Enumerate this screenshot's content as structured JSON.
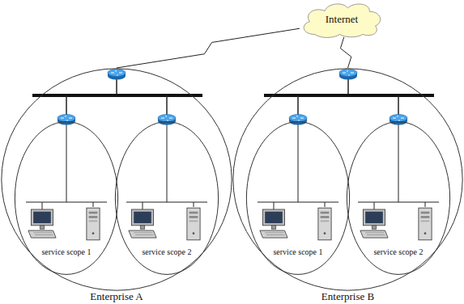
{
  "diagram": {
    "nodes": [
      {
        "text": [
          "Internet"
        ]
      },
      {
        "text": [
          "Enterprise A"
        ]
      },
      {
        "text": [
          "service scope 1"
        ],
        "in": 1
      },
      {
        "text": [
          "service scope 2"
        ],
        "in": 1
      },
      {
        "text": [
          "Enterprise B"
        ]
      },
      {
        "text": [
          "service scope 1"
        ],
        "in": 4
      },
      {
        "text": [
          "service scope 2"
        ],
        "in": 4
      }
    ],
    "edges": [
      {
        "from": 0,
        "to": 1,
        "arrow": "none"
      },
      {
        "from": 0,
        "to": 4,
        "arrow": "none"
      }
    ]
  }
}
